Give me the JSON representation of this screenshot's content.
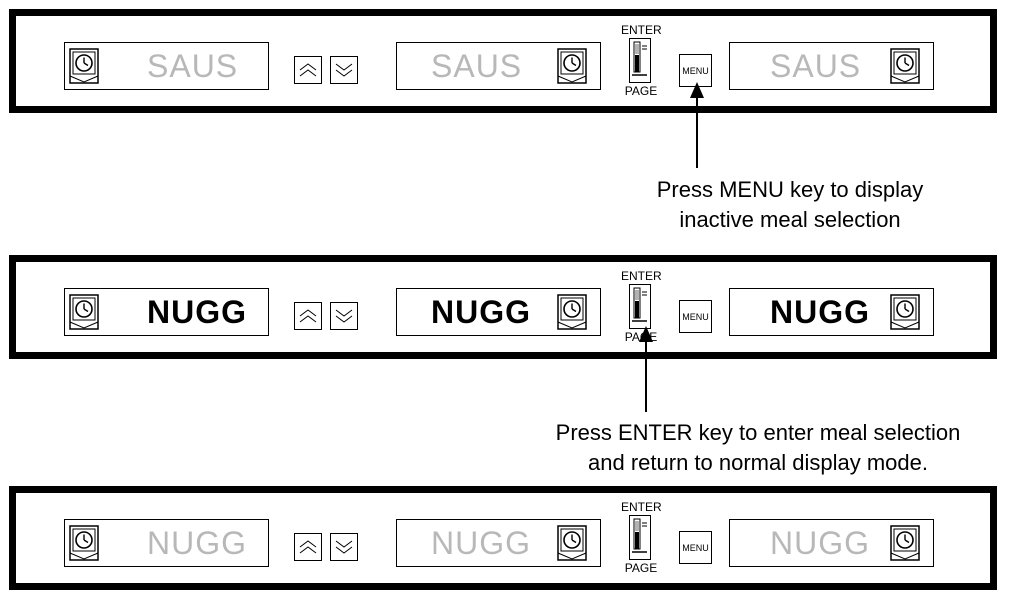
{
  "panels": [
    {
      "state": "dim",
      "left_display": "SAUS",
      "center_display": "SAUS",
      "right_display": "SAUS"
    },
    {
      "state": "bold",
      "left_display": "NUGG",
      "center_display": "NUGG",
      "right_display": "NUGG"
    },
    {
      "state": "dim",
      "left_display": "NUGG",
      "center_display": "NUGG",
      "right_display": "NUGG"
    }
  ],
  "keys": {
    "enter_label": "ENTER",
    "page_label": "PAGE",
    "menu_label": "MENU"
  },
  "callouts": {
    "menu": {
      "line1": "Press MENU key to display",
      "line2": "inactive meal selection"
    },
    "enter": {
      "line1": "Press ENTER key to enter meal selection",
      "line2": "and return to normal display mode."
    }
  },
  "icons": {
    "timer": "clock-icon",
    "up": "chevron-up-icon",
    "down": "chevron-down-icon",
    "enter": "thermometer-icon"
  },
  "colors": {
    "inactive_text": "#b8b8b8",
    "active_text": "#000000",
    "frame": "#000000"
  }
}
